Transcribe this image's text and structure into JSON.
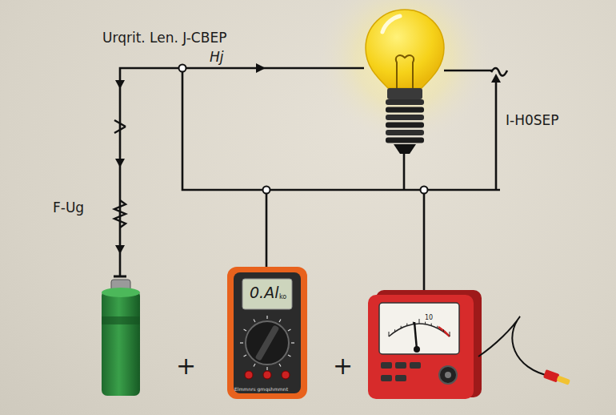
{
  "diagram": {
    "labels": [
      "Urqrit. Len. J-CBEP",
      "Hj",
      "F-Ug",
      "I-H0SEP",
      "0.Al",
      "ko",
      "Elmmnrs grnqshmmnt",
      "10",
      "+",
      "+"
    ]
  }
}
